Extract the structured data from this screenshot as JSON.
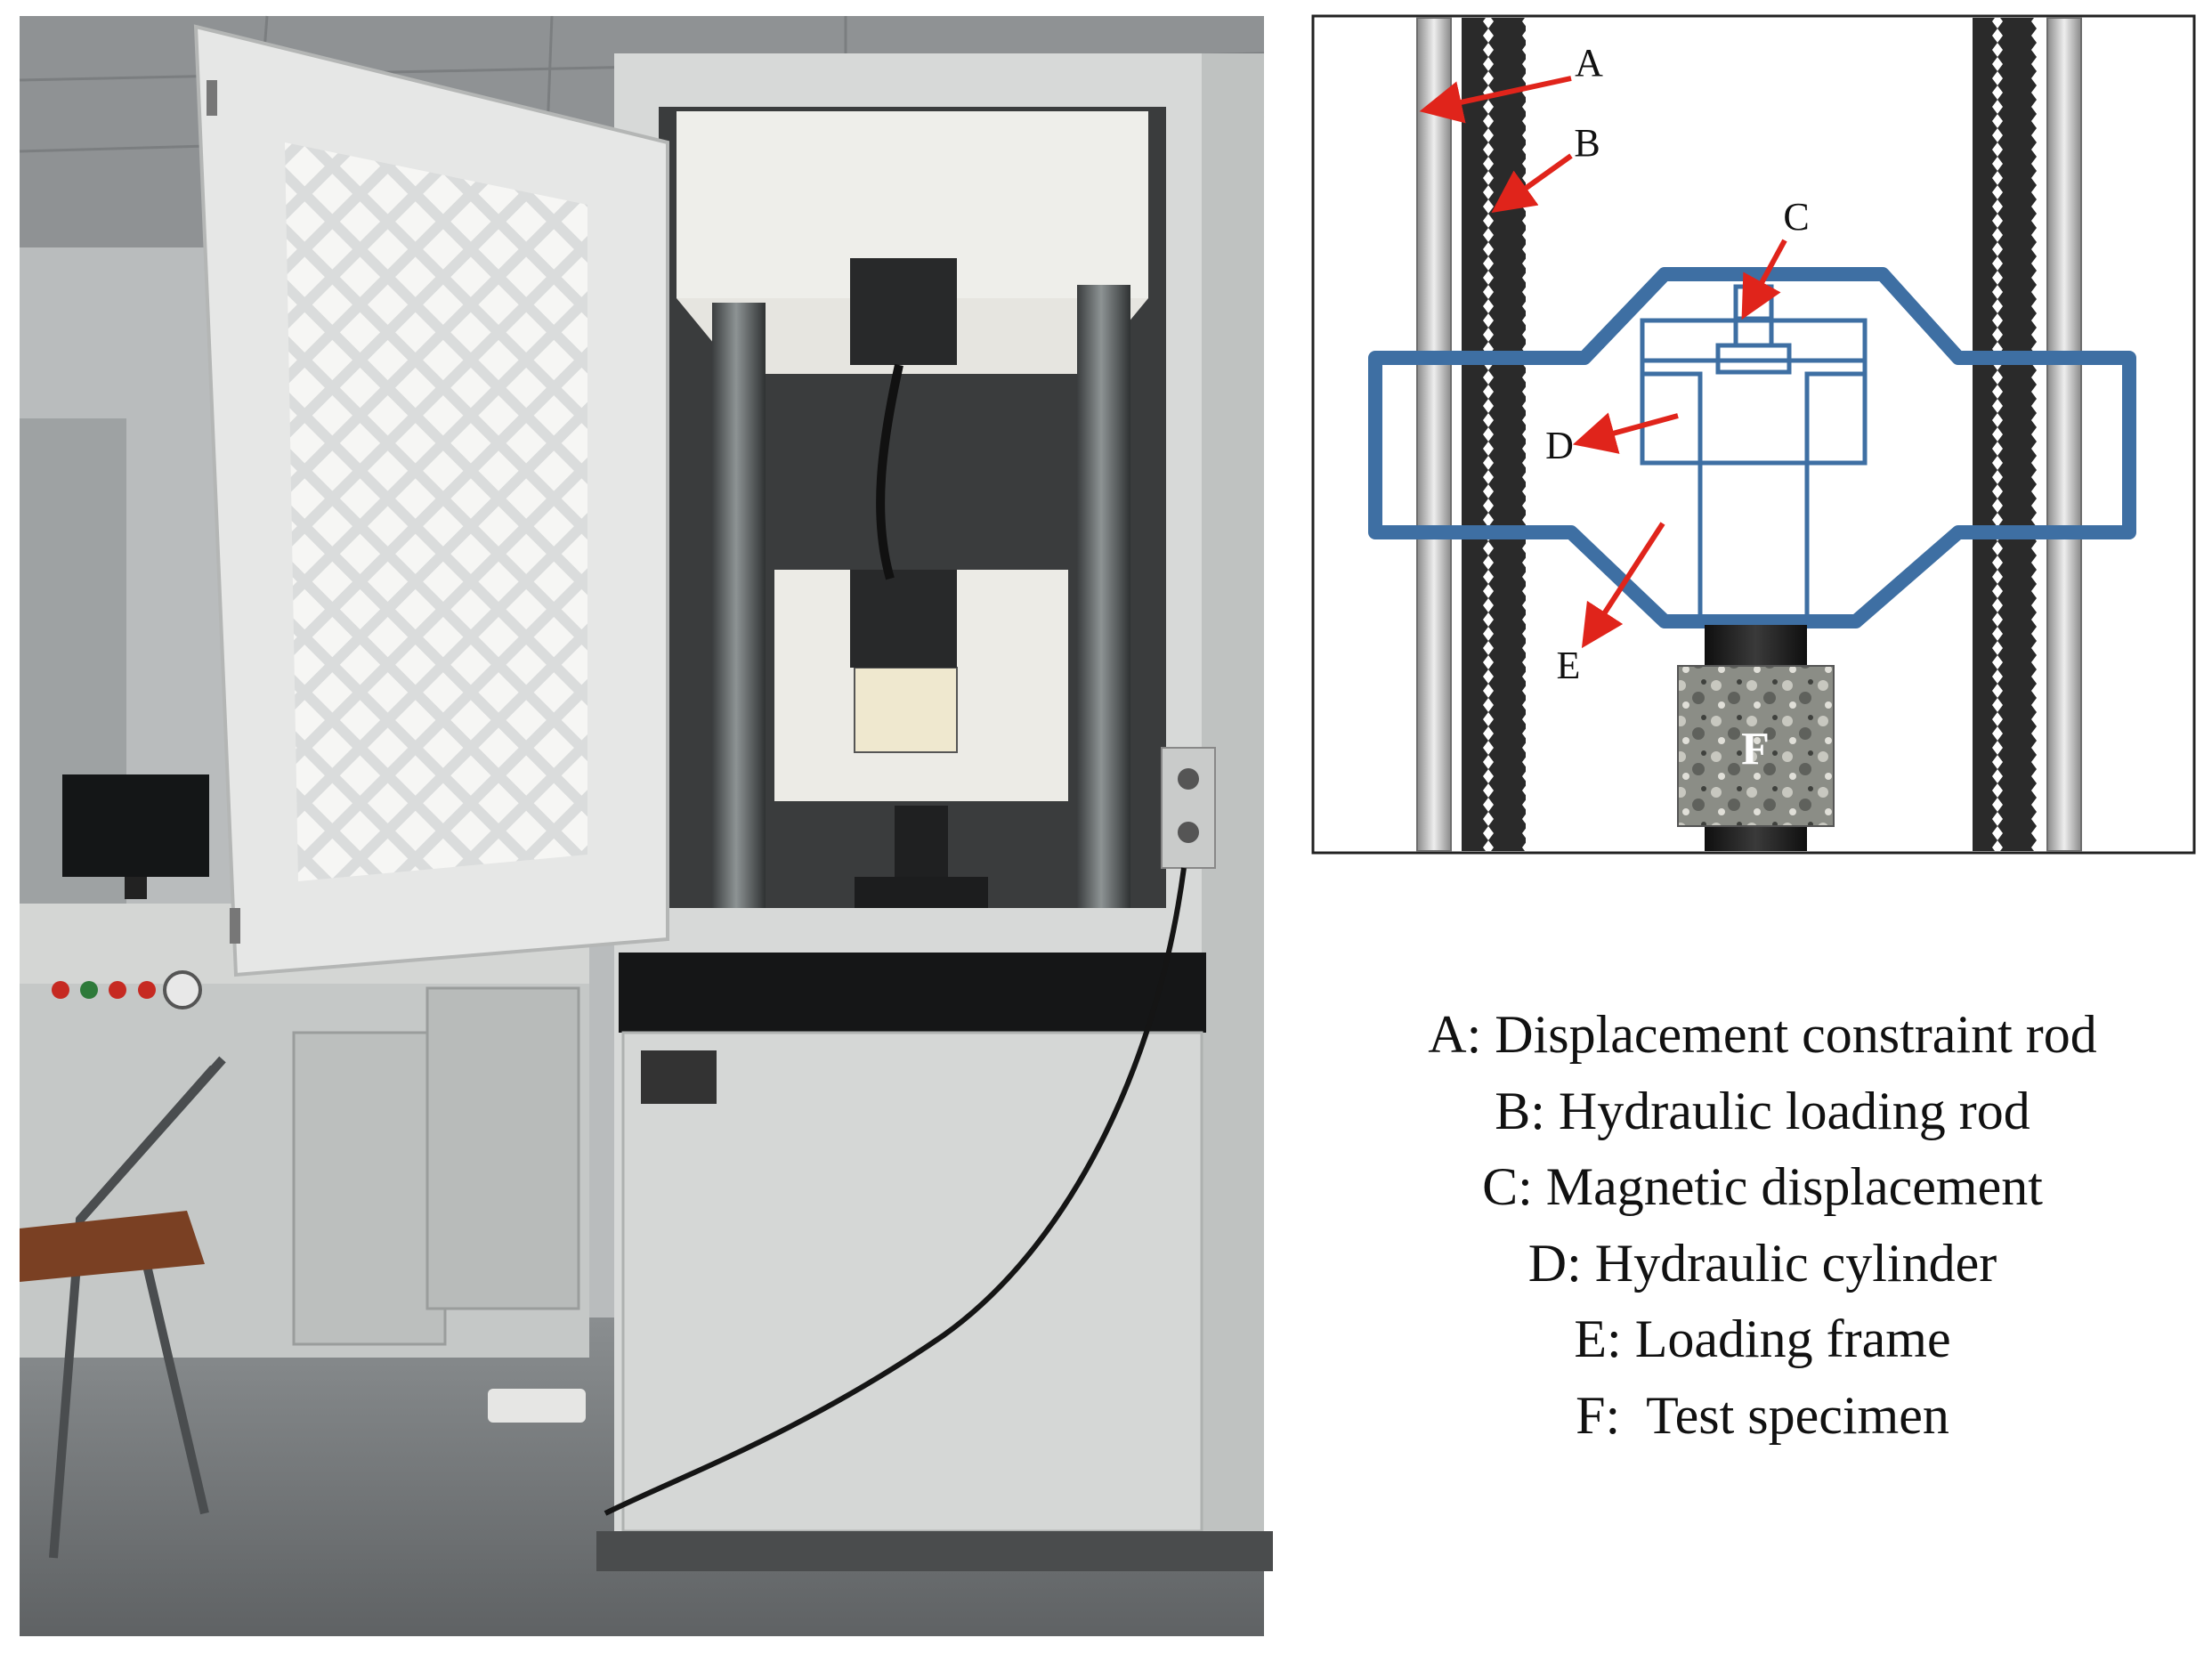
{
  "schematic": {
    "labels": {
      "a": "A",
      "b": "B",
      "c": "C",
      "d": "D",
      "e": "E",
      "f": "F"
    },
    "colors": {
      "frame_blue": "#3e6fa3",
      "arrow_red": "#e0241b",
      "loading_rod": "#2a2a2a",
      "constraint_rod": "#c9c9c9"
    }
  },
  "legend": {
    "items": [
      "A: Displacement constraint rod",
      "B: Hydraulic loading rod",
      "C: Magnetic displacement",
      "D: Hydraulic cylinder",
      "E: Loading frame",
      "F:  Test specimen"
    ]
  }
}
